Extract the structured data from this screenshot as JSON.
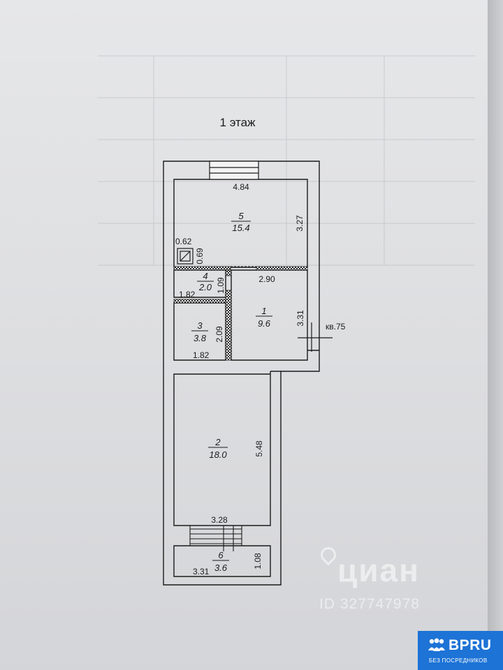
{
  "plan": {
    "floor_title": "1 этаж",
    "apartment_label": "кв.75",
    "rooms": [
      {
        "number": "5",
        "area": "15.4"
      },
      {
        "number": "4",
        "area": "2.0"
      },
      {
        "number": "1",
        "area": "9.6"
      },
      {
        "number": "3",
        "area": "3.8"
      },
      {
        "number": "2",
        "area": "18.0"
      },
      {
        "number": "6",
        "area": "3.6"
      }
    ],
    "dimensions": {
      "room5_width": "4.84",
      "room5_depth": "3.27",
      "shaft_width": "0.62",
      "shaft_depth": "0.69",
      "room1_width": "2.90",
      "room4_depth": "1.09",
      "room4_width": "1.82",
      "room1_depth": "3.31",
      "room3_depth": "2.09",
      "room3_width": "1.82",
      "room2_depth": "5.48",
      "room2_width": "3.28",
      "room6_depth": "1.08",
      "room6_width": "3.31"
    }
  },
  "watermark": {
    "brand": "циан",
    "listing_id": "ID 327747978"
  },
  "badge": {
    "name": "BPRU",
    "tagline": "БЕЗ ПОСРЕДНИКОВ"
  }
}
